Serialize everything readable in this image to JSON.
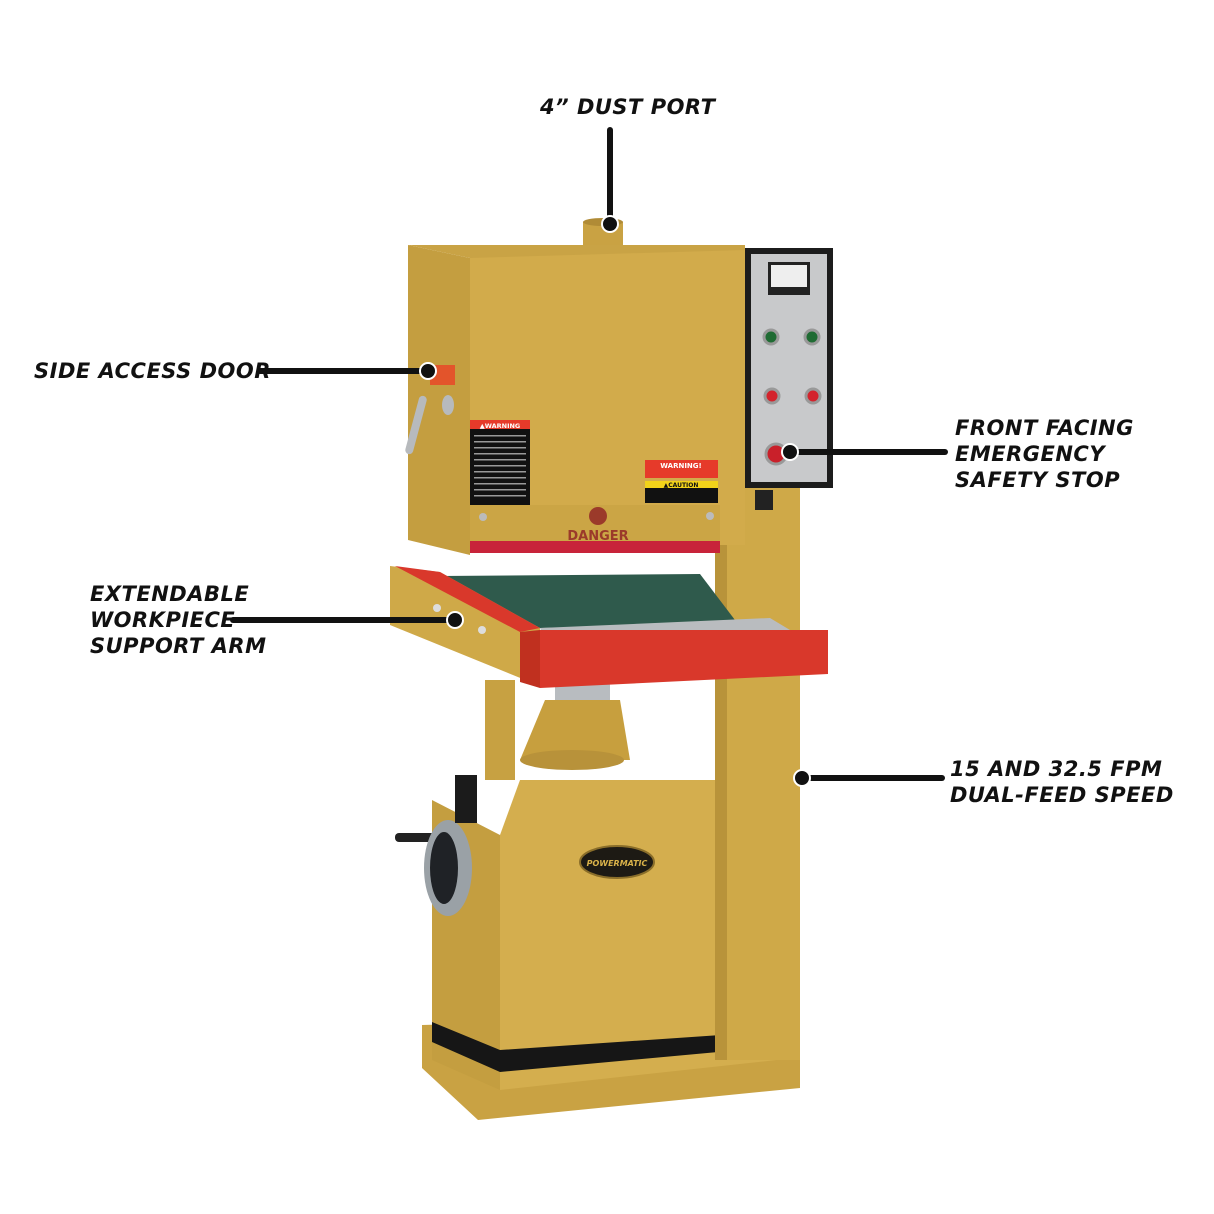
{
  "callouts": {
    "dust_port": [
      "4” DUST PORT"
    ],
    "side_access_door": [
      "SIDE ACCESS DOOR"
    ],
    "emergency_stop": [
      "FRONT FACING",
      "EMERGENCY",
      "SAFETY STOP"
    ],
    "support_arm": [
      "EXTENDABLE",
      "WORKPIECE",
      "SUPPORT ARM"
    ],
    "feed_speed": [
      "15 AND 32.5 FPM",
      "DUAL-FEED SPEED"
    ]
  },
  "machine": {
    "danger_label": "DANGER",
    "warning_label": "▲WARNING",
    "warning_label_2": "WARNING!",
    "caution_label": "▲CAUTION",
    "brand_badge": "POWERMATIC"
  },
  "colors": {
    "machine_body": "#d2ab4b",
    "machine_shadow": "#b48f35",
    "table_red": "#d9382b",
    "belt_green": "#2f5a4c",
    "panel_gray": "#c8c9cb",
    "callout_line": "#111111"
  }
}
